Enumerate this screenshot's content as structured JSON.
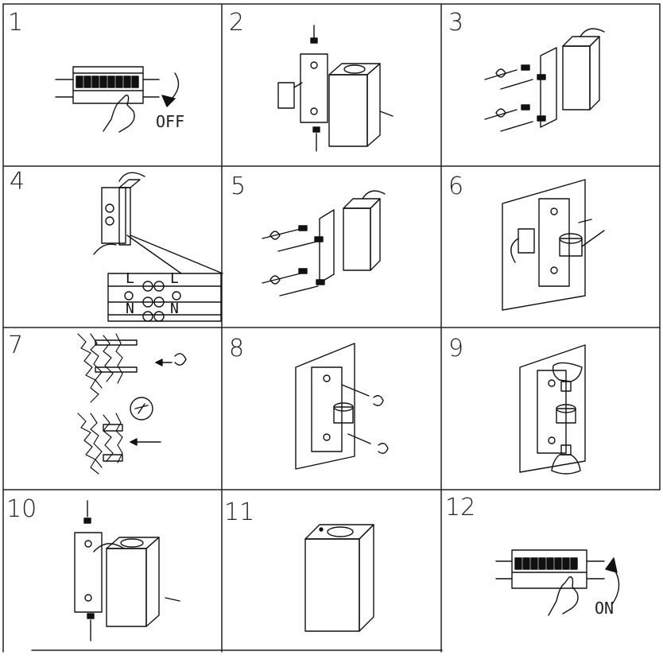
{
  "steps": [
    {
      "number": "1",
      "caption": "OFF"
    },
    {
      "number": "2"
    },
    {
      "number": "3"
    },
    {
      "number": "4",
      "wiring": {
        "live": "L",
        "neutral": "N"
      }
    },
    {
      "number": "5"
    },
    {
      "number": "6"
    },
    {
      "number": "7"
    },
    {
      "number": "8"
    },
    {
      "number": "9"
    },
    {
      "number": "10"
    },
    {
      "number": "11"
    },
    {
      "number": "12",
      "caption": "ON"
    }
  ]
}
